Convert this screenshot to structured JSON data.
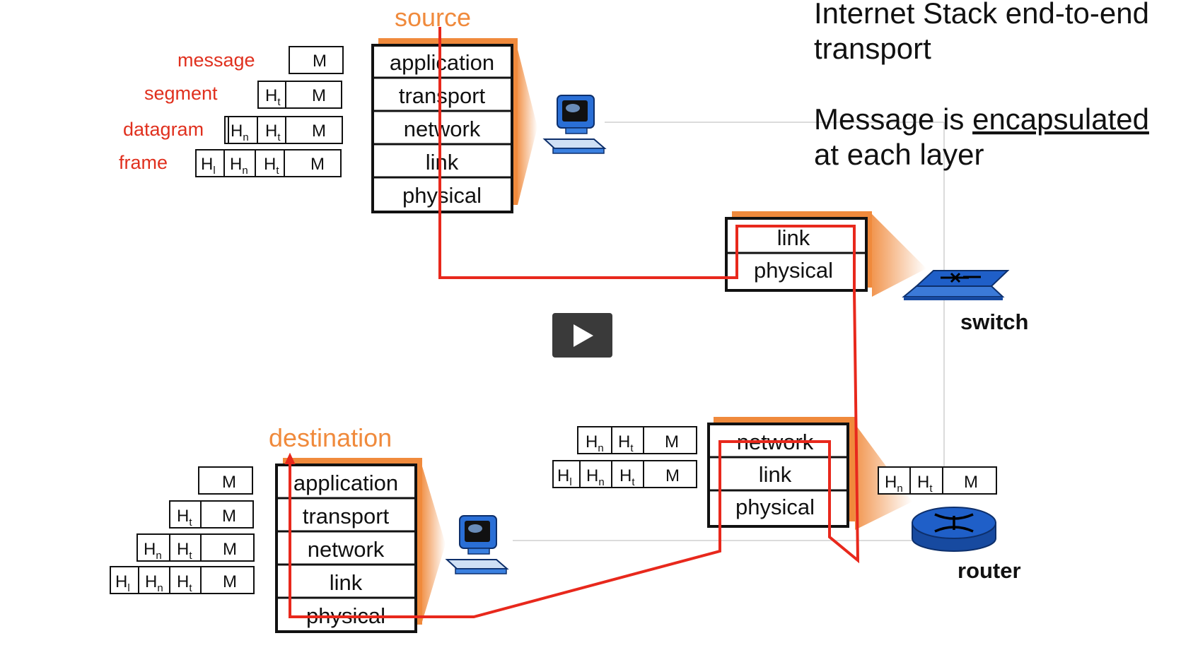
{
  "heading": {
    "line1": "Internet Stack end-to-end",
    "line2": "transport",
    "note_prefix": "Message is ",
    "note_underlined": "encapsulated",
    "note_line2": "at each layer"
  },
  "source": {
    "label": "source",
    "layers": [
      "application",
      "transport",
      "network",
      "link",
      "physical"
    ]
  },
  "destination": {
    "label": "destination",
    "layers": [
      "application",
      "transport",
      "network",
      "link",
      "physical"
    ]
  },
  "switch": {
    "label": "switch",
    "layers": [
      "link",
      "physical"
    ]
  },
  "router": {
    "label": "router",
    "layers": [
      "network",
      "link",
      "physical"
    ]
  },
  "pdu_names": [
    "message",
    "segment",
    "datagram",
    "frame"
  ],
  "headers": {
    "message": "M",
    "transport": "H",
    "transport_sub": "t",
    "network": "H",
    "network_sub": "n",
    "link": "H",
    "link_sub": "l"
  },
  "colors": {
    "path": "#e8281c",
    "accent": "#f08a3c",
    "device_blue": "#1f5fc8"
  },
  "play_button": {
    "label": "play"
  }
}
